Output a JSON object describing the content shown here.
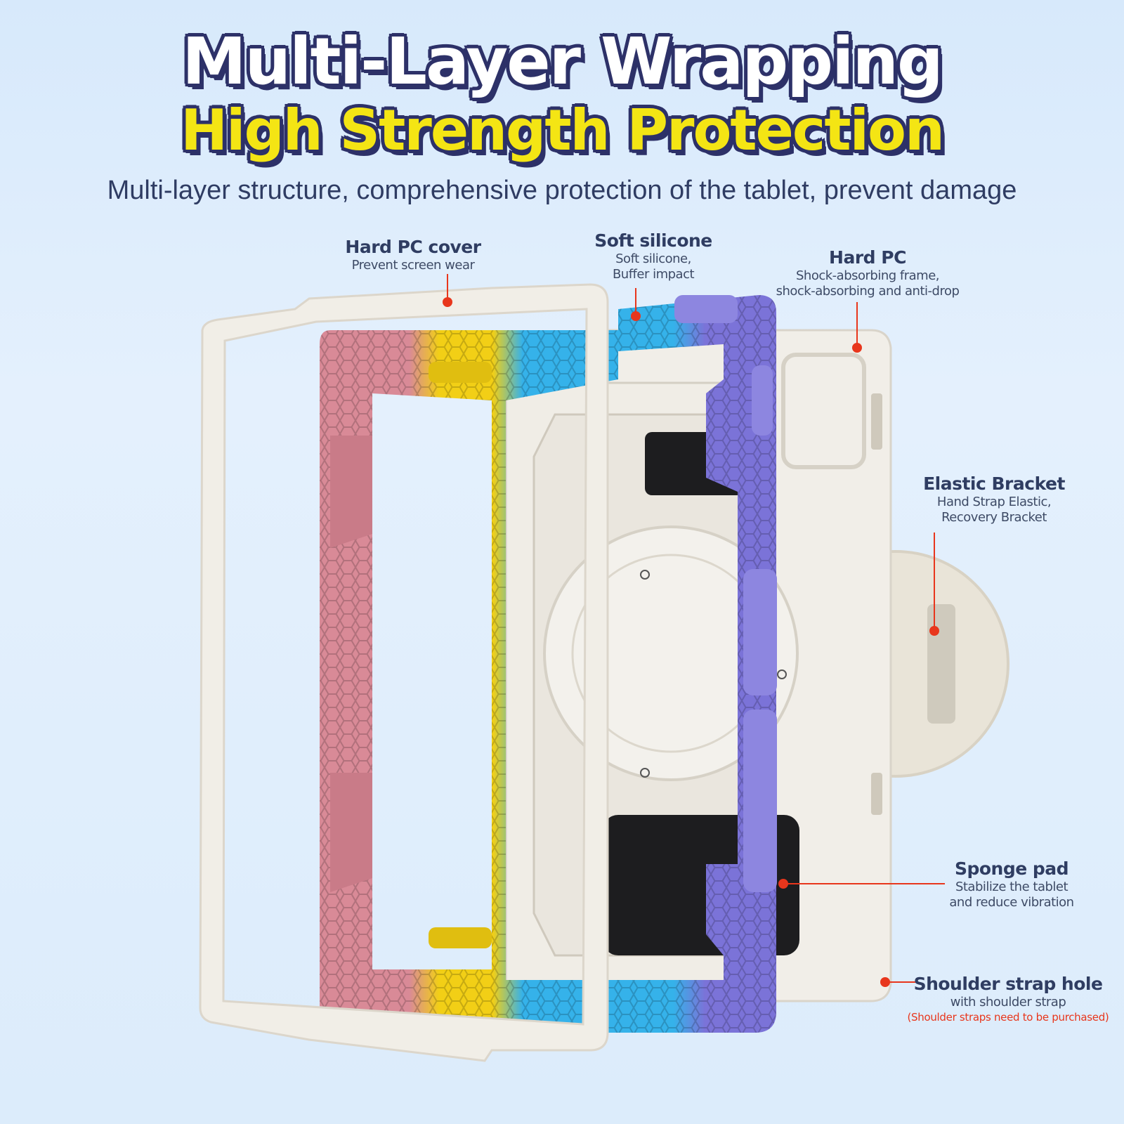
{
  "header": {
    "title_line1": "Multi-Layer Wrapping",
    "title_line2": "High Strength Protection",
    "subtitle": "Multi-layer structure, comprehensive protection of the tablet, prevent damage"
  },
  "callouts": {
    "hard_pc_cover": {
      "title": "Hard PC cover",
      "desc": "Prevent screen wear"
    },
    "soft_silicone": {
      "title": "Soft silicone",
      "desc1": "Soft silicone,",
      "desc2": "Buffer impact"
    },
    "hard_pc": {
      "title": "Hard PC",
      "desc1": "Shock-absorbing frame,",
      "desc2": "shock-absorbing and anti-drop"
    },
    "elastic_bracket": {
      "title": "Elastic Bracket",
      "desc1": "Hand Strap Elastic,",
      "desc2": "Recovery Bracket"
    },
    "sponge_pad": {
      "title": "Sponge pad",
      "desc1": "Stabilize the tablet",
      "desc2": "and reduce vibration"
    },
    "shoulder_strap": {
      "title": "Shoulder strap hole",
      "desc": "with shoulder strap",
      "note": "(Shoulder straps need to be purchased)"
    }
  },
  "colors": {
    "title_outline": "#2d3168",
    "title_yellow": "#f4e514",
    "leader_red": "#e8361c",
    "pink": "#d98a97",
    "yellow": "#f2cf16",
    "blue": "#35b2ea",
    "purple": "#7b73d8",
    "cream": "#efebe3"
  }
}
